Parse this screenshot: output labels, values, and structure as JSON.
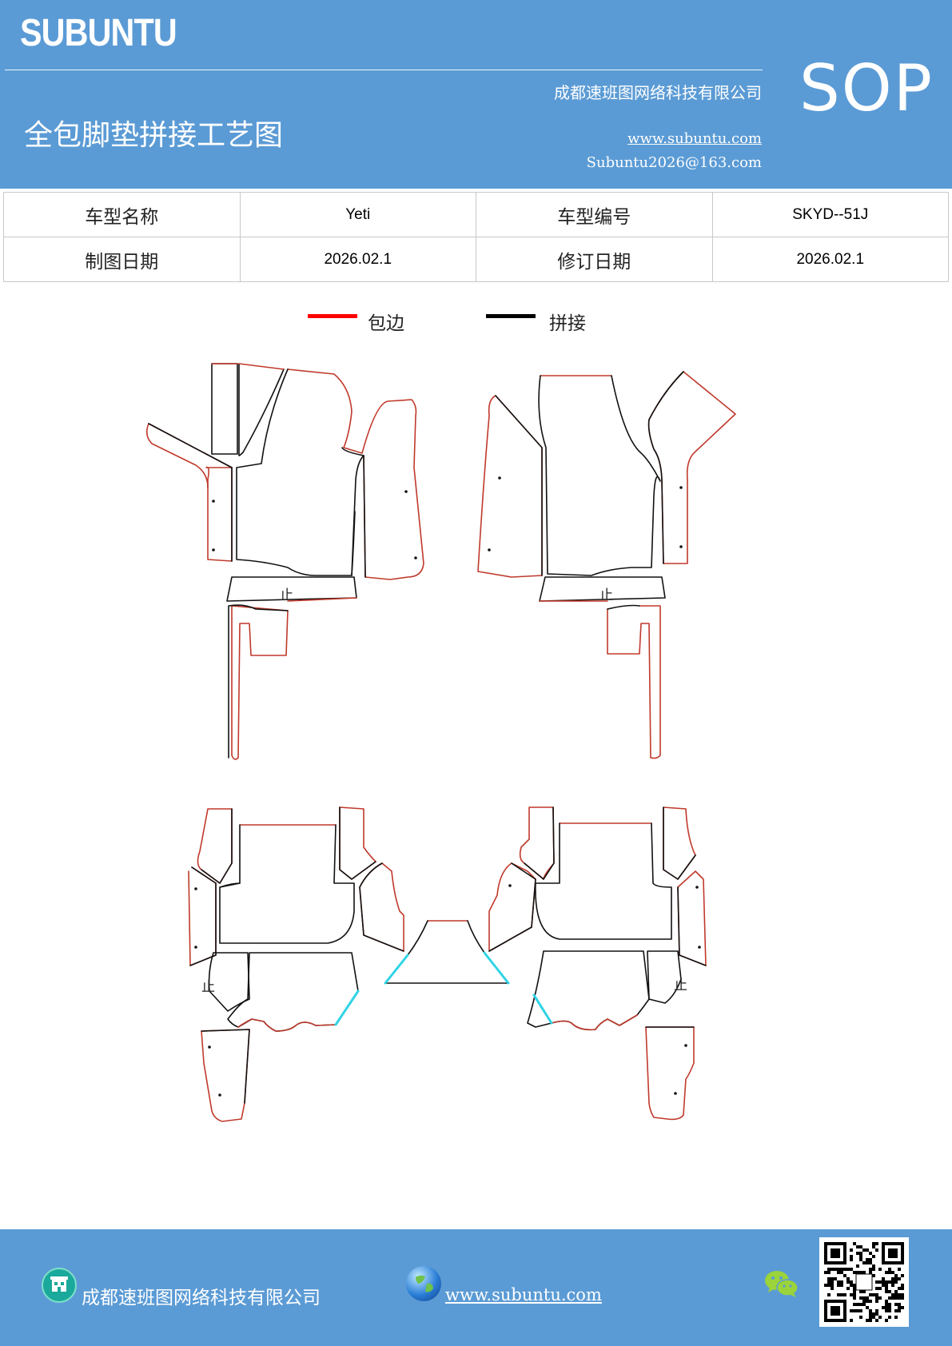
{
  "header": {
    "brand": "SUBUNTU",
    "company": "成都速班图网络科技有限公司",
    "title": "全包脚垫拼接工艺图",
    "website": "www.subuntu.com",
    "email": "Subuntu2026@163.com",
    "badge": "SOP"
  },
  "info": {
    "model_name_label": "车型名称",
    "model_name_value": "Yeti",
    "model_code_label": "车型编号",
    "model_code_value": "SKYD--51J",
    "draw_date_label": "制图日期",
    "draw_date_value": "2026.02.1",
    "rev_date_label": "修订日期",
    "rev_date_value": "2026.02.1"
  },
  "legend": {
    "edge_label": "包边",
    "edge_color": "#ff0000",
    "seam_label": "拼接",
    "seam_color": "#000000"
  },
  "drawing": {
    "mark": "止",
    "edge_line_color": "#c0392b",
    "cut_line_color": "#111111",
    "splice_line_color": "#2fd4e6"
  },
  "footer": {
    "company": "成都速班图网络科技有限公司",
    "website": "www.subuntu.com",
    "icons": [
      "building-icon",
      "globe-icon",
      "wechat-icon",
      "qr-code"
    ]
  }
}
